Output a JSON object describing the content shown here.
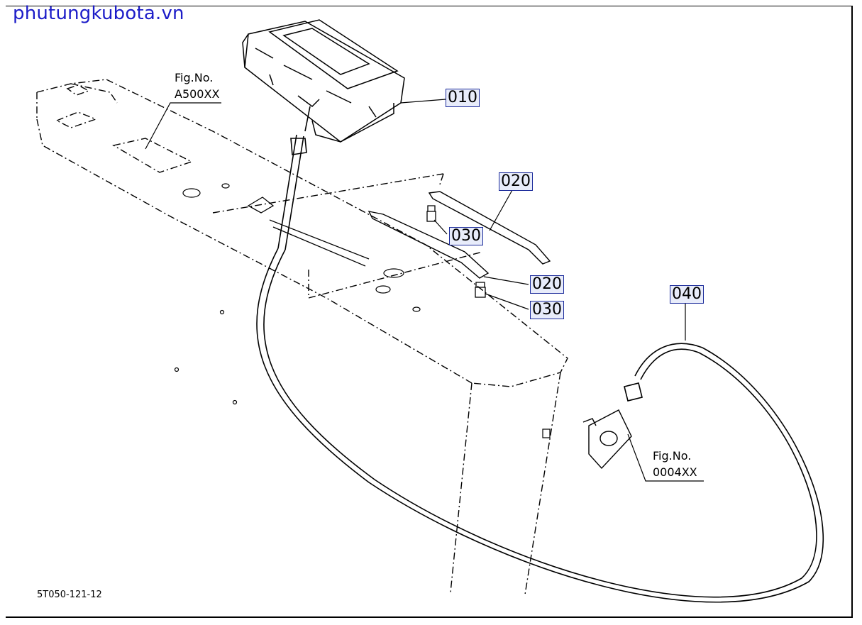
{
  "watermark": "phutungkubota.vn",
  "callouts": {
    "c010": "010",
    "c020a": "020",
    "c020b": "020",
    "c030a": "030",
    "c030b": "030",
    "c040": "040"
  },
  "fig_refs": {
    "a500_label": "Fig.No.",
    "a500_code": "A500XX",
    "b0004_label": "Fig.No.",
    "b0004_code": "0004XX"
  },
  "drawing_code": "5T050-121-12",
  "colors": {
    "callout_border": "#1a2a9a",
    "callout_fill": "#e8ecfa",
    "watermark": "#1c1cc8"
  }
}
